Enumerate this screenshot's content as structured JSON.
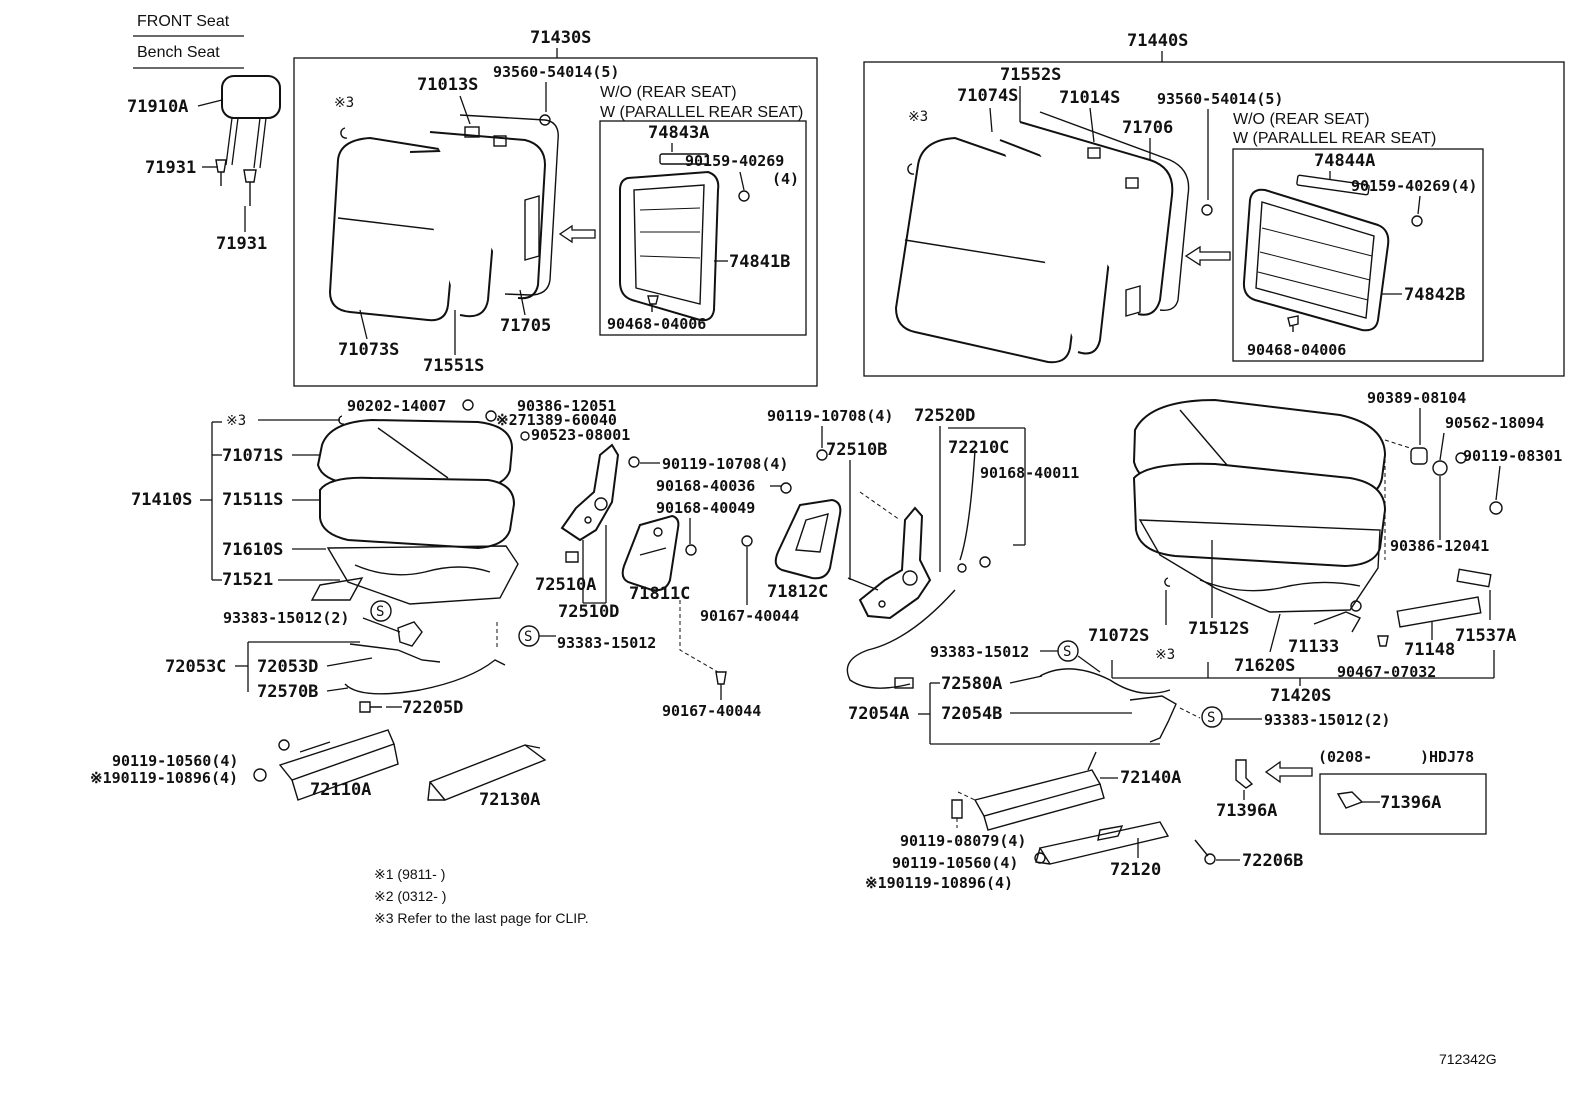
{
  "header": {
    "title": "FRONT Seat",
    "subtitle": "Bench Seat"
  },
  "parts": {
    "p71430S": "71430S",
    "p71440S": "71440S",
    "p71910A": "71910A",
    "p71931a": "71931",
    "p71931b": "71931",
    "p71013S": "71013S",
    "p93560_1": "93560-54014(5)",
    "wo1": "W/O (REAR SEAT)",
    "w1": "W (PARALLEL REAR SEAT)",
    "p74843A": "74843A",
    "p90159_1": "90159-40269",
    "p90159_1q": "(4)",
    "p74841B": "74841B",
    "p90468_1": "90468-04006",
    "p71705": "71705",
    "p71073S": "71073S",
    "p71551S": "71551S",
    "p71552S": "71552S",
    "p71074S": "71074S",
    "p71014S": "71014S",
    "p93560_2": "93560-54014(5)",
    "wo2": "W/O (REAR SEAT)",
    "w2": "W (PARALLEL REAR SEAT)",
    "p71706": "71706",
    "p74844A": "74844A",
    "p90159_2": "90159-40269(4)",
    "p74842B": "74842B",
    "p90468_2": "90468-04006",
    "ref3_a": "※3",
    "ref3_b": "※3",
    "ref3_c": "※3",
    "ref3_d": "※3",
    "p90202": "90202-14007",
    "p90386_a": "90386-12051",
    "p271389": "※271389-60040",
    "p90523": "90523-08001",
    "p71071S": "71071S",
    "p71410S": "71410S",
    "p71511S": "71511S",
    "p71610S": "71610S",
    "p71521": "71521",
    "p90119_10708a": "90119-10708(4)",
    "p90168_40036": "90168-40036",
    "p90168_40049": "90168-40049",
    "p72510A": "72510A",
    "p72510D": "72510D",
    "p71811C": "71811C",
    "p90167_40044a": "90167-40044",
    "p71812C": "71812C",
    "p90119_10708b": "90119-10708(4)",
    "p72520D": "72520D",
    "p72510B": "72510B",
    "p72210C": "72210C",
    "p90168_40011": "90168-40011",
    "p93383_a": "93383-15012(2)",
    "p93383_b": "93383-15012",
    "p72053C": "72053C",
    "p72053D": "72053D",
    "p72570B": "72570B",
    "p72205D": "72205D",
    "p90167_40044b": "90167-40044",
    "p90119_10560a": "90119-10560(4)",
    "p90119_10896a": "※190119-10896(4)",
    "p72110A": "72110A",
    "p72130A": "72130A",
    "p90389": "90389-08104",
    "p90562": "90562-18094",
    "p90119_0830": "90119-08301",
    "p90386_b": "90386-12041",
    "p71072S": "71072S",
    "p71512S": "71512S",
    "p71133": "71133",
    "p71148": "71148",
    "p71537A": "71537A",
    "p71620S": "71620S",
    "p90467": "90467-07032",
    "p71420S": "71420S",
    "p93383_c": "93383-15012",
    "p72580A": "72580A",
    "p72054A": "72054A",
    "p72054B": "72054B",
    "p93383_d": "93383-15012(2)",
    "p72140A": "72140A",
    "p71396A_a": "71396A",
    "p0208": "(0208-",
    "phdj": ")HDJ78",
    "p71396A_b": "71396A",
    "p90119_08079": "90119-08079(4)",
    "p90119_10560b": "90119-10560(4)",
    "p90119_10896b": "※190119-10896(4)",
    "p72120": "72120",
    "p72206B": "72206B",
    "s_mark": "S"
  },
  "notes": {
    "n1": "※1 (9811-    )",
    "n2": "※2 (0312-    )",
    "n3": "※3  Refer to the last page for CLIP."
  },
  "footer": {
    "code": "712342G"
  }
}
